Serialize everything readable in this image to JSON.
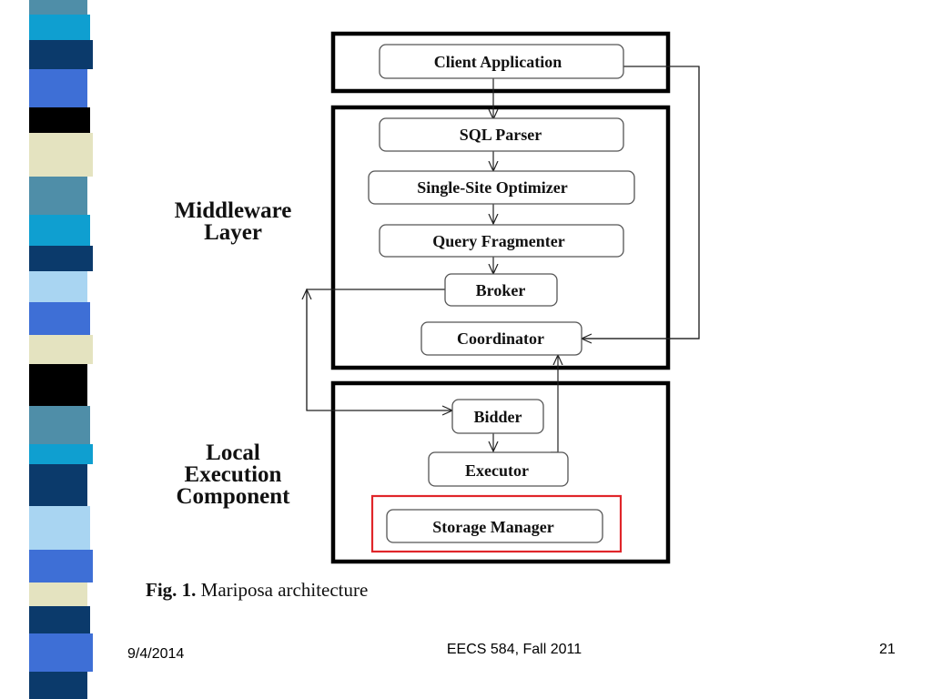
{
  "slide": {
    "layers": {
      "middleware": [
        "Middleware",
        "Layer"
      ],
      "local": [
        "Local",
        "Execution",
        "Component"
      ]
    },
    "nodes": {
      "client_application": "Client Application",
      "sql_parser": "SQL Parser",
      "single_site_optimizer": "Single-Site Optimizer",
      "query_fragmenter": "Query Fragmenter",
      "broker": "Broker",
      "coordinator": "Coordinator",
      "bidder": "Bidder",
      "executor": "Executor",
      "storage_manager": "Storage Manager"
    },
    "caption": {
      "fig": "Fig. 1.",
      "text": "Mariposa architecture"
    },
    "highlight_color": "#e0262a"
  },
  "footer": {
    "date": "9/4/2014",
    "course": "EECS 584, Fall 2011",
    "page": "21"
  },
  "colors": {
    "stripe_navy": "#0b3a6b",
    "stripe_blue": "#3e6fd6",
    "stripe_cyan": "#0f9fd0",
    "stripe_steel": "#4f8ea8",
    "stripe_light": "#a9d5f2",
    "stripe_cream": "#e4e3c0",
    "stripe_black": "#000000"
  }
}
